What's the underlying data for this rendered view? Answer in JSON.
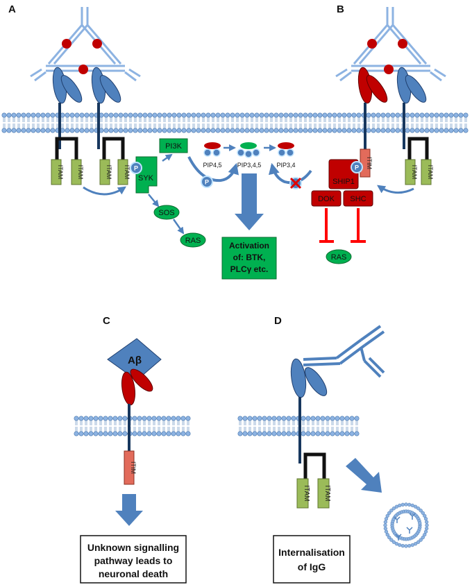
{
  "panels": {
    "a": "A",
    "b": "B",
    "c": "C",
    "d": "D"
  },
  "labels": {
    "itam": "ITAM",
    "itim": "ITIM",
    "syk": "SYK",
    "pi3k": "PI3K",
    "sos": "SOS",
    "ras": "RAS",
    "pip45": "PIP4,5",
    "pip345": "PIP3,4,5",
    "pip34": "PIP3,4",
    "ship1": "SHIP1",
    "dok": "DOK",
    "shc": "SHC",
    "p": "P",
    "abeta": "Aβ",
    "activation_line1": "Activation",
    "activation_line2": "of: BTK,",
    "activation_line3": "PLCγ etc.",
    "unknown_line1": "Unknown signalling",
    "unknown_line2": "pathway leads to",
    "unknown_line3": "neuronal death",
    "intern_line1": "Internalisation",
    "intern_line2": "of IgG"
  },
  "colors": {
    "membrane_head": "#8db3e2",
    "receptor_blue": "#4f81bd",
    "receptor_red": "#c00000",
    "green_box": "#00b050",
    "itam_green": "#9bbb59",
    "itim_red": "#e26b5b",
    "arrow_blue": "#4f81bd",
    "dark_blue": "#17375e",
    "inhibit_red": "#ff0000"
  }
}
